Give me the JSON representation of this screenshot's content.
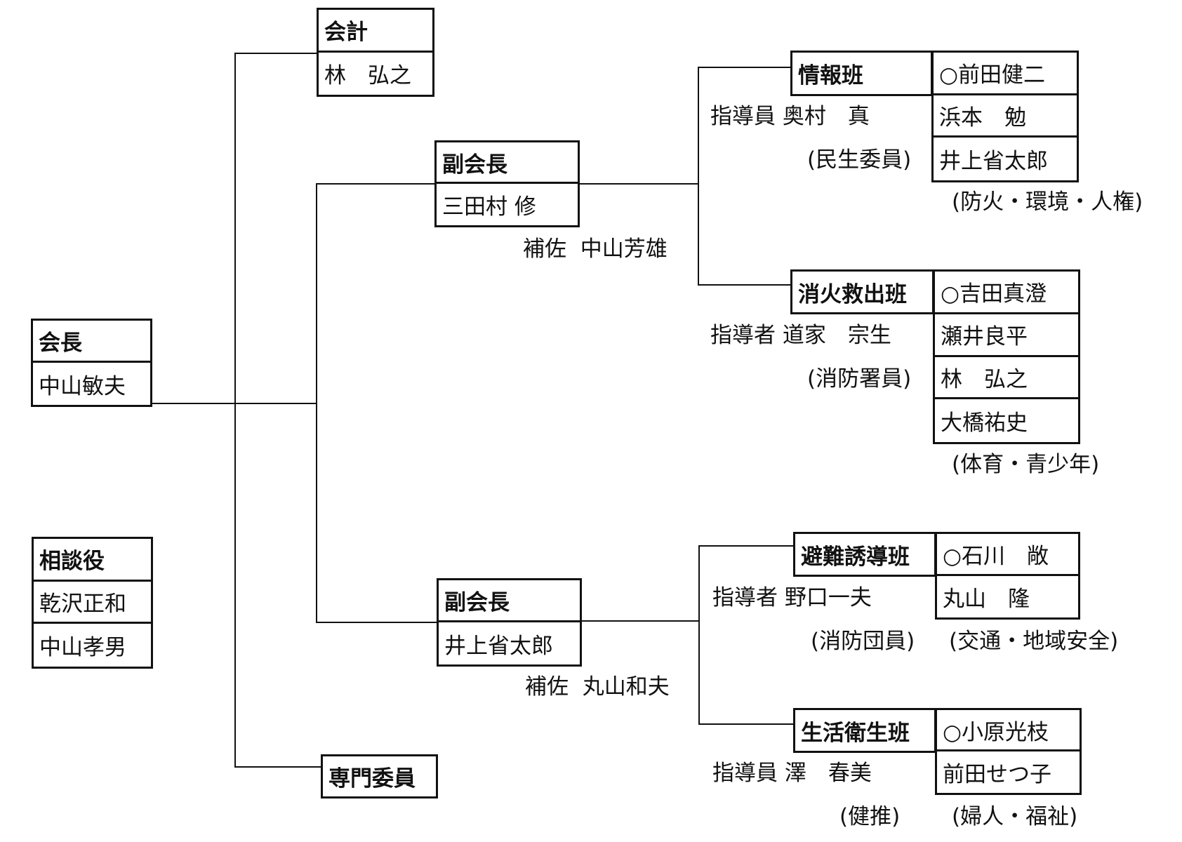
{
  "accountant": {
    "title": "会計",
    "name": "林　弘之"
  },
  "president": {
    "title": "会長",
    "name": "中山敏夫"
  },
  "advisors": {
    "title": "相談役",
    "names": [
      "乾沢正和",
      "中山孝男"
    ]
  },
  "specialist": {
    "title": "専門委員"
  },
  "vp1": {
    "title": "副会長",
    "name": "三田村 修",
    "assistant": "補佐  中山芳雄"
  },
  "vp2": {
    "title": "副会長",
    "name": "井上省太郎",
    "assistant": "補佐  丸山和夫"
  },
  "teams": [
    {
      "title": "情報班",
      "members": [
        "○前田健二",
        "浜本　勉",
        "井上省太郎"
      ],
      "leader": "指導員 奥村　真",
      "leader_role": "(民生委員)",
      "note": "(防火・環境・人権)"
    },
    {
      "title": "消火救出班",
      "members": [
        "○吉田真澄",
        "瀬井良平",
        "林　弘之",
        "大橋祐史"
      ],
      "leader": "指導者 道家　宗生",
      "leader_role": "(消防署員)",
      "note": "(体育・青少年)"
    },
    {
      "title": "避難誘導班",
      "members": [
        "○石川　敞",
        "丸山　隆"
      ],
      "leader": "指導者 野口一夫",
      "leader_role": "(消防団員)",
      "note": "(交通・地域安全)"
    },
    {
      "title": "生活衛生班",
      "members": [
        "○小原光枝",
        "前田せつ子"
      ],
      "leader": "指導員 澤　春美",
      "leader_role": "(健推)",
      "note": "(婦人・福祉)"
    }
  ]
}
